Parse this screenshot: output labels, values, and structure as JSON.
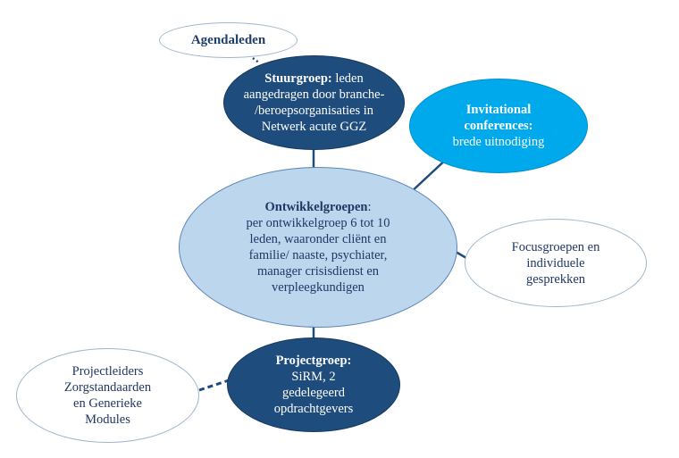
{
  "nodes": {
    "agendaleden": {
      "label": "Agendaleden"
    },
    "stuurgroep": {
      "title": "Stuurgroep:",
      "line1": " leden",
      "line2": "aangedragen door branche-",
      "line3": "/beroepsorganisaties in",
      "line4": "Netwerk acute GGZ"
    },
    "invitational": {
      "title_line1": "Invitational",
      "title_line2": "conferences:",
      "line1": "brede uitnodiging"
    },
    "ontwikkelgroepen": {
      "title": "Ontwikkelgroepen",
      "title_suffix": ":",
      "line1": "per ontwikkelgroep 6 tot 10",
      "line2": "leden, waaronder cliënt en",
      "line3": "familie/ naaste, psychiater,",
      "line4": "manager crisisdienst en",
      "line5": "verpleegkundigen"
    },
    "focusgroepen": {
      "line1": "Focusgroepen en",
      "line2": "individuele",
      "line3": "gesprekken"
    },
    "projectgroep": {
      "title": "Projectgroep:",
      "line1": "SiRM, 2",
      "line2": "gedelegeerd",
      "line3": "opdrachtgevers"
    },
    "projectleiders": {
      "line1": "Projectleiders",
      "line2": "Zorgstandaarden",
      "line3": "en Generieke",
      "line4": "Modules"
    }
  },
  "colors": {
    "dark_navy": "#1e4c7c",
    "bright_blue": "#00a9ec",
    "light_blue": "#bcd6ee",
    "outline_grey_blue": "#9fb6cf",
    "connector": "#1e4c7c",
    "text_dark": "#1f3864"
  }
}
